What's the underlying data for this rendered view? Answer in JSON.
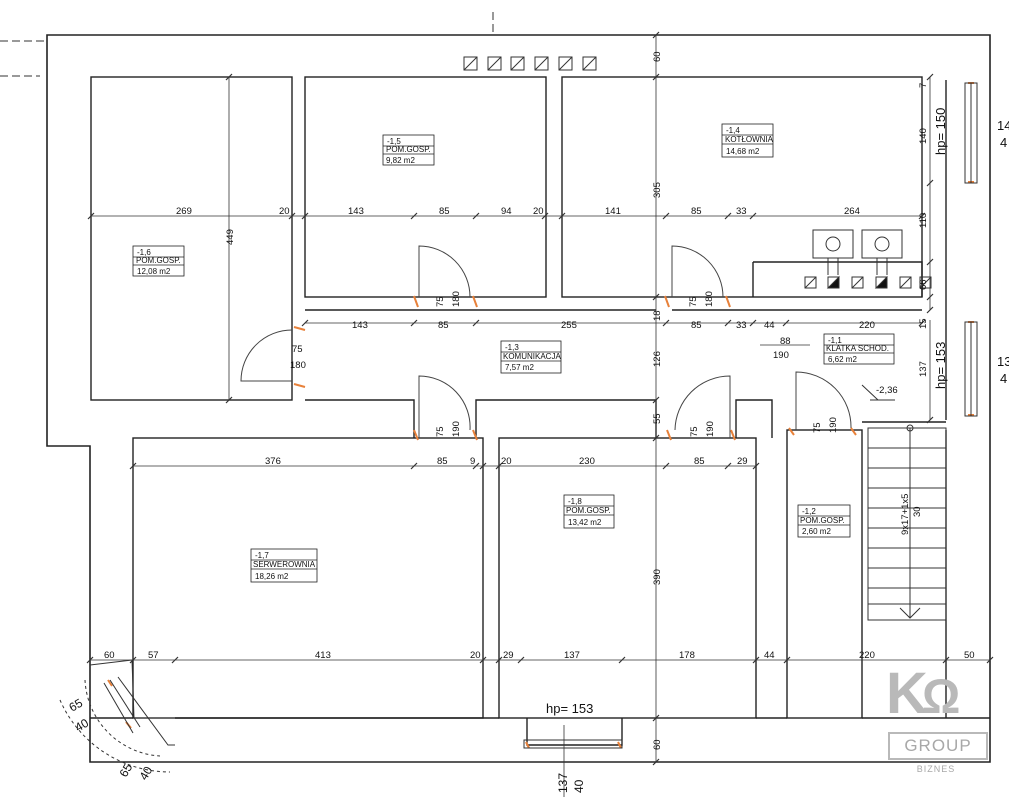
{
  "rooms": [
    {
      "number": "-1,5",
      "name": "POM.GOSP.",
      "area": "9,82 m2"
    },
    {
      "number": "-1,4",
      "name": "KOTŁOWNIA",
      "area": "14,68 m2"
    },
    {
      "number": "-1,6",
      "name": "POM.GOSP.",
      "area": "12,08 m2"
    },
    {
      "number": "-1,3",
      "name": "KOMUNIKACJA",
      "area": "7,57 m2"
    },
    {
      "number": "-1,1",
      "name": "KLATKA SCHOD.",
      "area": "6,62 m2"
    },
    {
      "number": "-1,8",
      "name": "POM.GOSP.",
      "area": "13,42 m2"
    },
    {
      "number": "-1,2",
      "name": "POM.GOSP.",
      "area": "2,60 m2"
    },
    {
      "number": "-1,7",
      "name": "SERWEROWNIA",
      "area": "18,26 m2"
    }
  ],
  "dimensions": {
    "row_a": [
      "269",
      "20",
      "143",
      "85",
      "94",
      "20",
      "141",
      "85",
      "33",
      "264"
    ],
    "row_b": [
      "143",
      "85",
      "255",
      "85",
      "33",
      "44",
      "220"
    ],
    "row_c": [
      "376",
      "85",
      "9",
      "20",
      "230",
      "85",
      "29"
    ],
    "row_d": [
      "60",
      "57",
      "413",
      "20",
      "29",
      "137",
      "178",
      "44",
      "220",
      "50"
    ],
    "vertical": [
      "60",
      "305",
      "449",
      "126",
      "55",
      "390",
      "60",
      "7",
      "140",
      "110",
      "66",
      "15",
      "137",
      "18"
    ],
    "doors": [
      "75",
      "180",
      "75",
      "180",
      "75",
      "180",
      "75",
      "180",
      "75",
      "190",
      "75",
      "190",
      "75",
      "190"
    ],
    "stair_top": "88",
    "stair_bottom": "190",
    "level": "-2,36",
    "stairs": "9x17+1x5",
    "stair_width": "30",
    "bay": [
      "65",
      "40",
      "65",
      "40"
    ],
    "bottom_window": [
      "137",
      "40"
    ],
    "right_window_1": [
      "14",
      "4"
    ],
    "right_window_2": [
      "13",
      "4"
    ]
  },
  "windows": {
    "hp_right_top": "hp= 150",
    "hp_right_mid": "hp= 153",
    "hp_bottom": "hp= 153"
  },
  "logo": {
    "mark": "K",
    "group": "GROUP",
    "tagline": "BIZNES"
  }
}
